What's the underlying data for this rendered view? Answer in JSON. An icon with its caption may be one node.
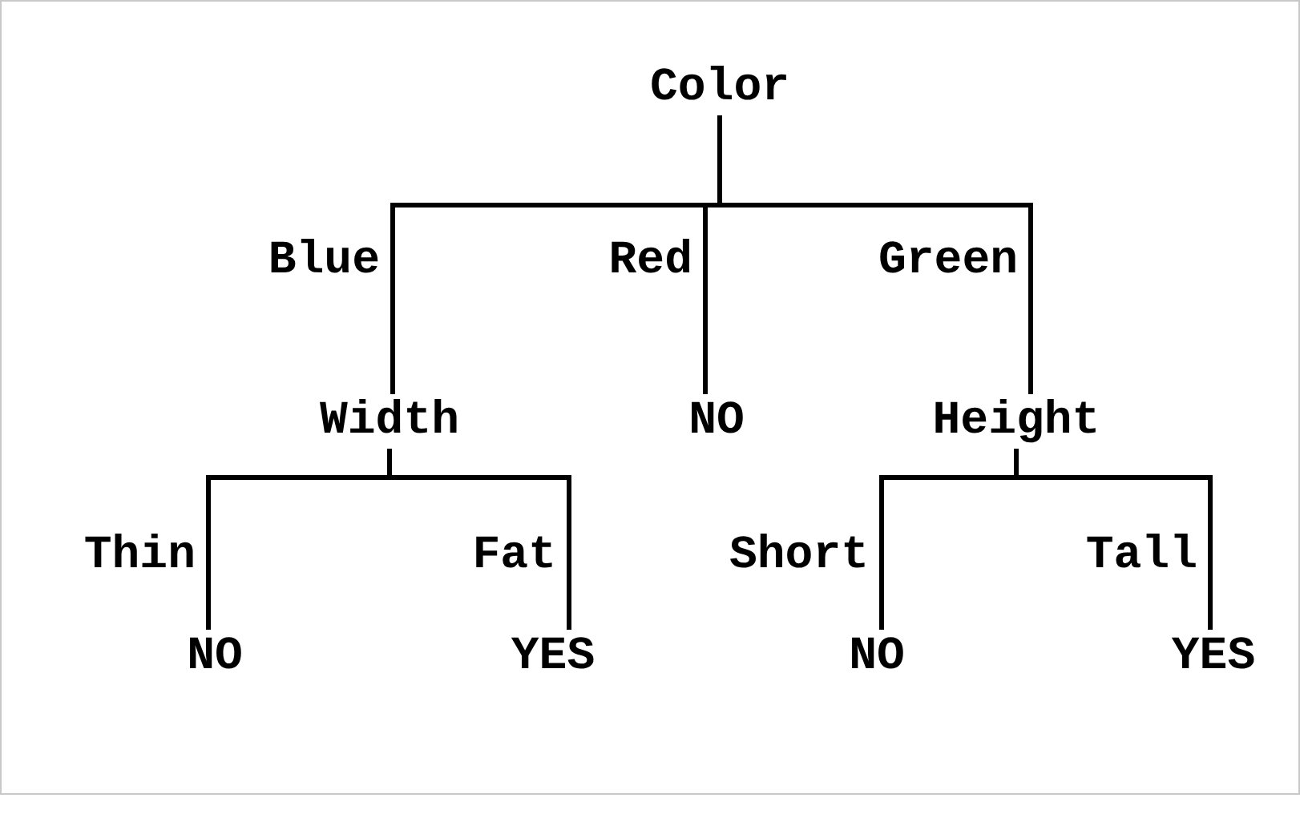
{
  "diagram": {
    "nodes": [
      {
        "text": [
          "Color"
        ]
      },
      {
        "text": [
          "Width"
        ]
      },
      {
        "text": [
          "NO"
        ]
      },
      {
        "text": [
          "Height"
        ]
      },
      {
        "text": [
          "NO"
        ]
      },
      {
        "text": [
          "YES"
        ]
      },
      {
        "text": [
          "NO"
        ]
      },
      {
        "text": [
          "YES"
        ]
      }
    ],
    "edges": [
      {
        "from": 0,
        "to": 1,
        "arrow": "none",
        "label": "Blue"
      },
      {
        "from": 0,
        "to": 2,
        "arrow": "none",
        "label": "Red"
      },
      {
        "from": 0,
        "to": 3,
        "arrow": "none",
        "label": "Green"
      },
      {
        "from": 1,
        "to": 4,
        "arrow": "none",
        "label": "Thin"
      },
      {
        "from": 1,
        "to": 5,
        "arrow": "none",
        "label": "Fat"
      },
      {
        "from": 3,
        "to": 6,
        "arrow": "none",
        "label": "Short"
      },
      {
        "from": 3,
        "to": 7,
        "arrow": "none",
        "label": "Tall"
      }
    ]
  }
}
